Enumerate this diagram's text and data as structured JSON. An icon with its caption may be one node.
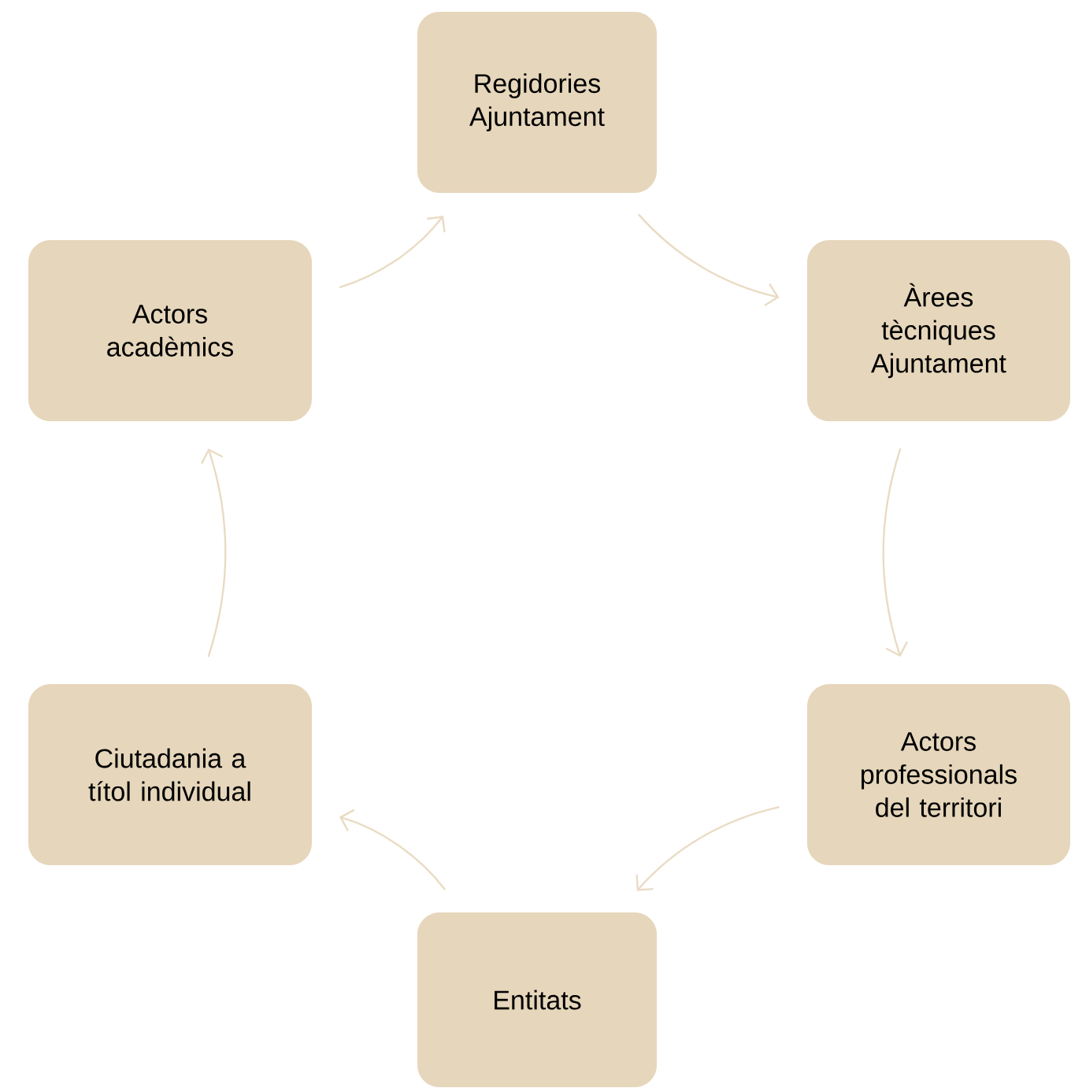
{
  "diagram": {
    "nodes": [
      {
        "text": [
          "Regidories Ajuntament"
        ]
      },
      {
        "text": [
          "Àrees tècniques Ajuntament"
        ]
      },
      {
        "text": [
          "Actors professionals del territori"
        ]
      },
      {
        "text": [
          "Entitats"
        ]
      },
      {
        "text": [
          "Ciutadania a títol individual"
        ]
      },
      {
        "text": [
          "Actors acadèmics"
        ]
      }
    ],
    "edges": [
      {
        "from": 0,
        "to": 1,
        "arrow": "to"
      },
      {
        "from": 1,
        "to": 2,
        "arrow": "to"
      },
      {
        "from": 2,
        "to": 3,
        "arrow": "to"
      },
      {
        "from": 3,
        "to": 4,
        "arrow": "to"
      },
      {
        "from": 4,
        "to": 5,
        "arrow": "to"
      },
      {
        "from": 5,
        "to": 0,
        "arrow": "to"
      }
    ]
  }
}
